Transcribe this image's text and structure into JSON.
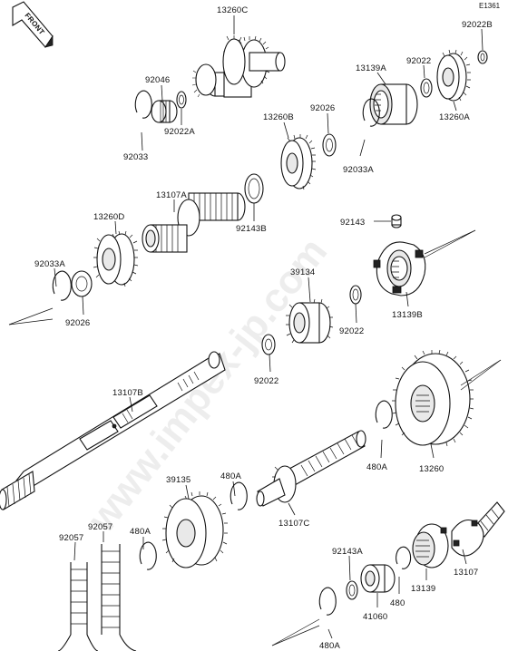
{
  "diagram": {
    "code": "E1361",
    "front_label": "FRONT",
    "watermark": "www.impex-jp.com",
    "labels": {
      "p13260C": "13260C",
      "p92022B": "92022B",
      "p92046": "92046",
      "p92022": "92022",
      "p13139A": "13139A",
      "p92022A": "92022A",
      "p13260A": "13260A",
      "p92033": "92033",
      "p13260B": "13260B",
      "p92026a": "92026",
      "p92033Aa": "92033A",
      "p13107A": "13107A",
      "p13260D": "13260D",
      "p92143B": "92143B",
      "p92143": "92143",
      "p92033Ab": "92033A",
      "p39134": "39134",
      "p13139B": "13139B",
      "p92026b": "92026",
      "p92022b2": "92022",
      "p92022c": "92022",
      "p13107B": "13107B",
      "p39135": "39135",
      "p480Aa": "480A",
      "p480Ab": "480A",
      "p13260": "13260",
      "p13107C": "13107C",
      "p92057a": "92057",
      "p92057b": "92057",
      "p480Ac": "480A",
      "p92143A": "92143A",
      "p480": "480",
      "p13139": "13139",
      "p13107": "13107",
      "p41060": "41060",
      "p480Ad": "480A"
    }
  }
}
